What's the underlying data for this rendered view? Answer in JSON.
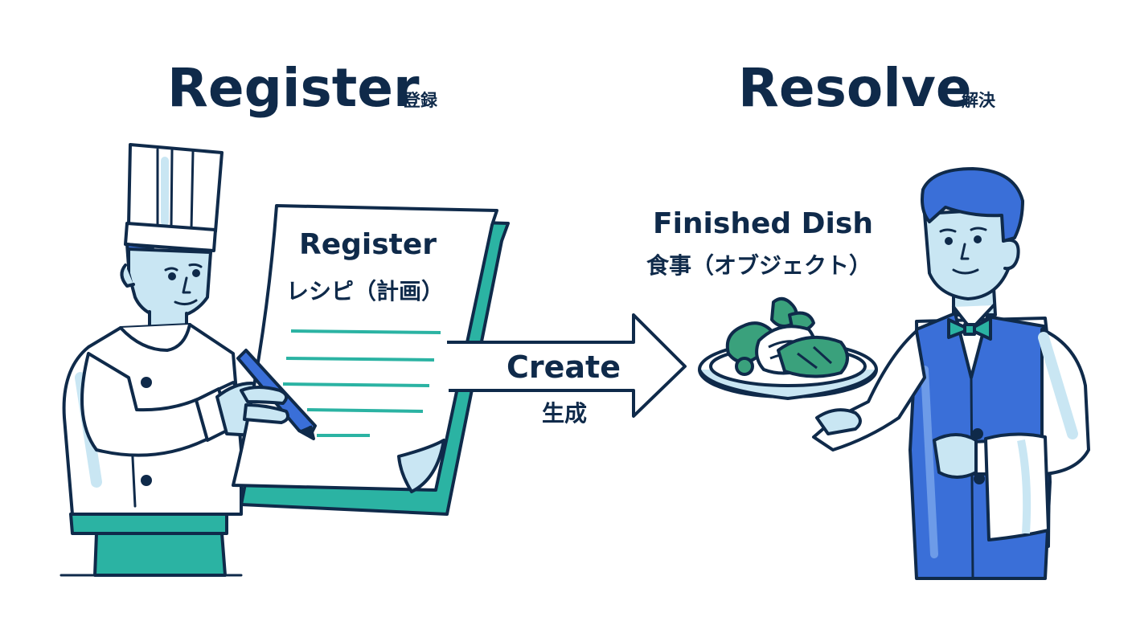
{
  "headings": {
    "left_title": "Register",
    "left_sub": "登録",
    "right_title": "Resolve",
    "right_sub": "解決"
  },
  "recipe": {
    "title": "Register",
    "subtitle": "レシピ（計画）"
  },
  "arrow": {
    "label": "Create",
    "sublabel": "生成"
  },
  "dish": {
    "title": "Finished Dish",
    "subtitle": "食事（オブジェクト）"
  },
  "colors": {
    "ink": "#0f2a4a",
    "skin": "#c9e6f3",
    "teal": "#2bb3a3",
    "blue": "#3a6fd8",
    "green": "#3aa17c"
  },
  "icons": [
    "chef-icon",
    "recipe-document-icon",
    "pen-icon",
    "create-arrow-icon",
    "waiter-icon",
    "dish-plate-icon",
    "towel-icon"
  ]
}
